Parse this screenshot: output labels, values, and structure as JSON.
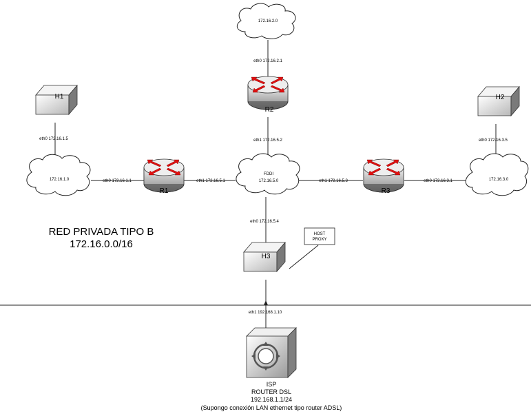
{
  "title": {
    "line1": "RED PRIVADA TIPO B",
    "line2": "172.16.0.0/16"
  },
  "clouds": {
    "top": "172.16.2.0",
    "left": "172.16.1.0",
    "center_line1": "FDDI",
    "center_line2": "172.16.5.0",
    "right": "172.16.3.0"
  },
  "routers": {
    "r1": "R1",
    "r2": "R2",
    "r3": "R3"
  },
  "hosts": {
    "h1": "H1",
    "h2": "H2",
    "h3": "H3"
  },
  "interfaces": {
    "r2_eth0": "eth0 172.16.2.1",
    "r2_eth1": "eth1 172.16.5.2",
    "h1_eth0": "eth0 172.16.1.5",
    "r1_eth0": "eth0 172.16.1.1",
    "r1_eth1": "eth1 172.16.5.1",
    "r3_eth1": "eth1 172.16.5.3",
    "r3_eth0": "eth0 172.16.3.1",
    "h2_eth0": "eth0 172.16.3.5",
    "h3_eth0": "eth0 172.16.5.4",
    "h3_eth1": "eth1 192.168.1.10"
  },
  "callout": {
    "line1": "HOST",
    "line2": "PROXY"
  },
  "isp": {
    "line1": "ISP",
    "line2": "ROUTER DSL",
    "line3": "192.168.1.1/24",
    "line4": "(Supongo conexión LAN ethernet tipo router ADSL)"
  },
  "colors": {
    "router_arrow": "#e01010",
    "router_body": "#d8d8d8",
    "host_body": "#d0d0d0",
    "lines": "#222222"
  },
  "icons": {
    "router": "router-icon",
    "host": "workstation-icon",
    "cloud": "network-cloud-icon",
    "isp": "dsl-router-icon"
  }
}
